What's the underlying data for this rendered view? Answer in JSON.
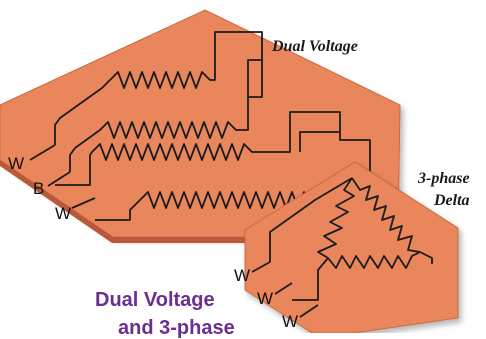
{
  "labels": {
    "dual_voltage": "Dual Voltage",
    "three_phase": "3-phase",
    "delta": "Delta",
    "caption_line1": "Dual Voltage",
    "caption_line2": "and 3-phase"
  },
  "leads": {
    "dual": [
      "W",
      "B",
      "W"
    ],
    "delta": [
      "W",
      "W",
      "W"
    ]
  },
  "colors": {
    "board": "#e9865c",
    "board_edge": "#c96a42",
    "wire": "#1c1c1c",
    "caption": "#6a2f8f"
  }
}
